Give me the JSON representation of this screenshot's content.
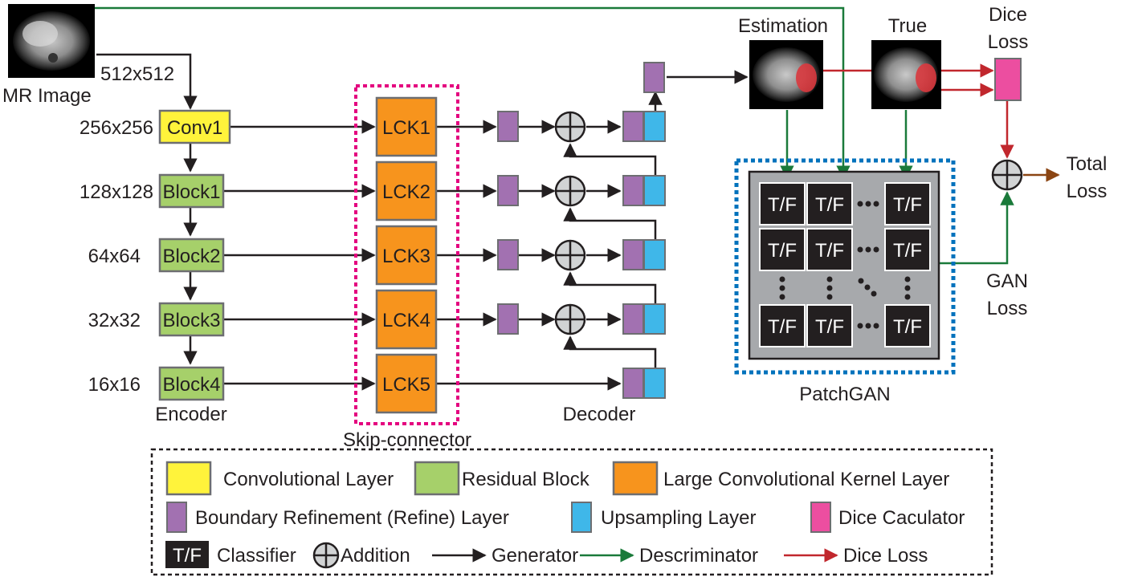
{
  "labels": {
    "mr_image": "MR Image",
    "input_size": "512x512",
    "encoder": "Encoder",
    "decoder": "Decoder",
    "skip_connector": "Skip-connector",
    "estimation": "Estimation",
    "true": "True",
    "dice_loss_1": "Dice",
    "dice_loss_2": "Loss",
    "total_loss_1": "Total",
    "total_loss_2": "Loss",
    "gan_loss_1": "GAN",
    "gan_loss_2": "Loss",
    "patchgan": "PatchGAN",
    "tf": "T/F"
  },
  "encoder_blocks": [
    {
      "label": "Conv1",
      "size": "256x256",
      "type": "conv"
    },
    {
      "label": "Block1",
      "size": "128x128",
      "type": "residual"
    },
    {
      "label": "Block2",
      "size": "64x64",
      "type": "residual"
    },
    {
      "label": "Block3",
      "size": "32x32",
      "type": "residual"
    },
    {
      "label": "Block4",
      "size": "16x16",
      "type": "residual"
    }
  ],
  "skip_blocks": [
    "LCK1",
    "LCK2",
    "LCK3",
    "LCK4",
    "LCK5"
  ],
  "legend": {
    "row1": [
      {
        "label": "Convolutional Layer",
        "color": "#fff33b"
      },
      {
        "label": "Residual Block",
        "color": "#a6d06a"
      },
      {
        "label": "Large Convolutional Kernel Layer",
        "color": "#f7941d"
      }
    ],
    "row2": [
      {
        "label": "Boundary Refinement (Refine) Layer",
        "color": "#a271b1"
      },
      {
        "label": "Upsampling Layer",
        "color": "#3fb7e9"
      },
      {
        "label": "Dice Caculator",
        "color": "#ec4ea0"
      }
    ],
    "row3": {
      "tf": "T/F",
      "classifier": "Classifier",
      "addition": "Addition",
      "generator": "Generator",
      "discriminator": "Descriminator",
      "dice_loss": "Dice Loss"
    }
  },
  "colors": {
    "conv": "#fff33b",
    "residual": "#a6d06a",
    "lck": "#f7941d",
    "refine": "#a271b1",
    "upsample": "#3fb7e9",
    "dice": "#ec4ea0",
    "generator": "#231f20",
    "discriminator": "#1a7a3a",
    "dice_loss_arrow": "#c1272d",
    "total_loss_arrow": "#8b4513",
    "skip_border": "#e4007f",
    "patchgan_border": "#0072bc",
    "patchgan_bg": "#a7a9ac"
  }
}
